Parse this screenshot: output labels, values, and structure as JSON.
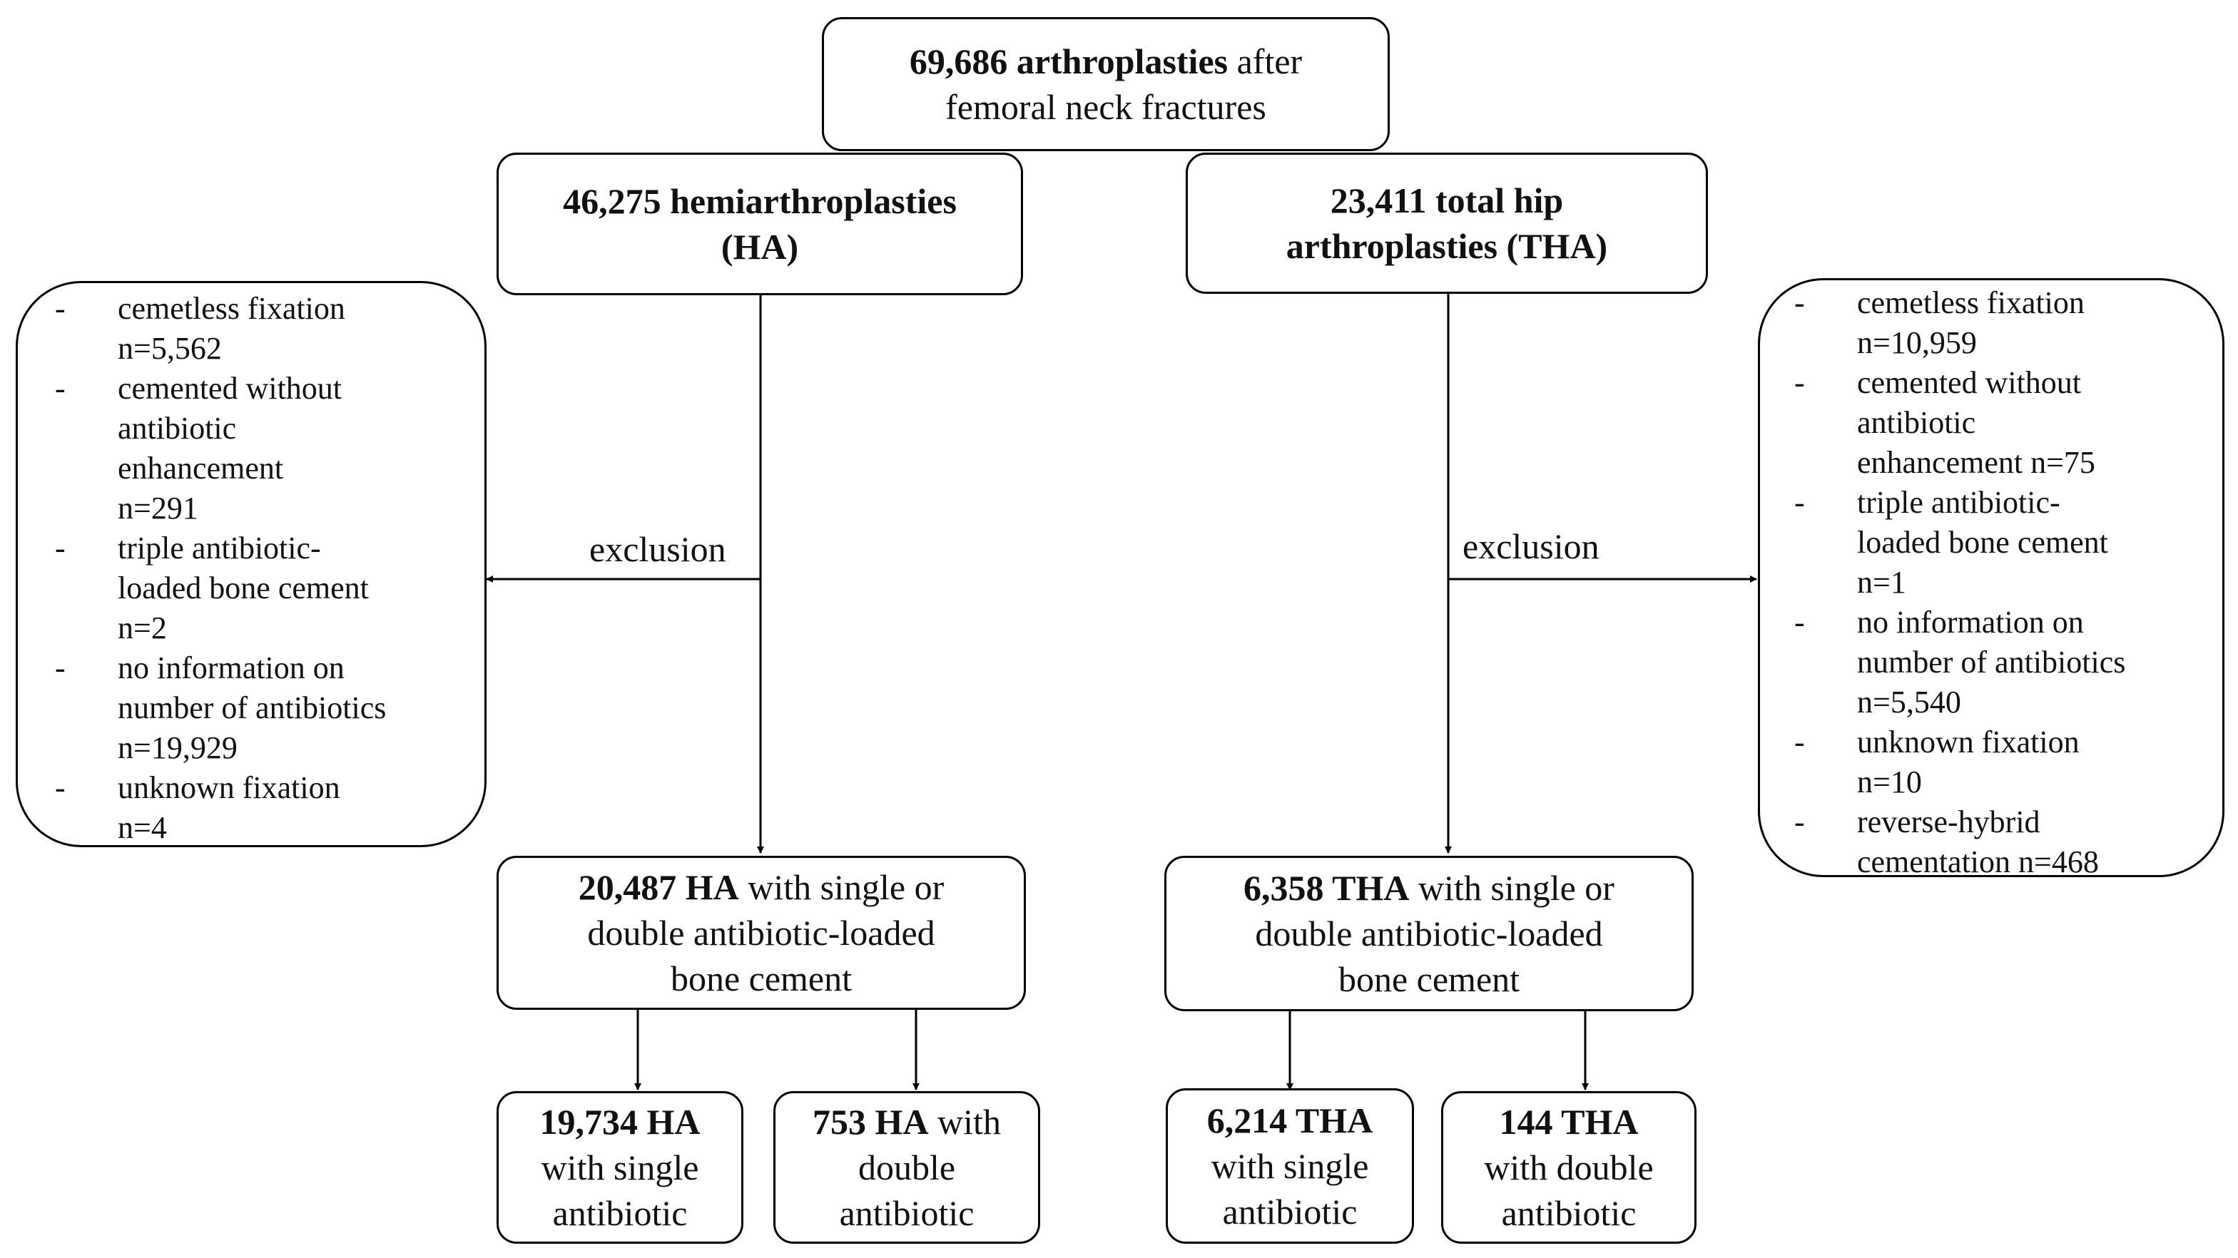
{
  "top": {
    "count": "69,686 arthroplasties",
    "rest": "after",
    "line2": "femoral neck fractures"
  },
  "ha": {
    "line1": "46,275 hemiarthroplasties",
    "line2": "(HA)"
  },
  "tha": {
    "line1": "23,411 total hip",
    "line2": "arthroplasties (THA)"
  },
  "exclusion_label": "exclusion",
  "ha_exclusions": [
    {
      "lines": [
        "cemetless fixation",
        "n=5,562"
      ]
    },
    {
      "lines": [
        "cemented without",
        "antibiotic",
        "enhancement",
        "n=291"
      ]
    },
    {
      "lines": [
        "triple antibiotic-",
        "loaded bone cement",
        "n=2"
      ]
    },
    {
      "lines": [
        "no information on",
        "number of antibiotics",
        "n=19,929"
      ]
    },
    {
      "lines": [
        "unknown fixation",
        "n=4"
      ]
    }
  ],
  "tha_exclusions": [
    {
      "lines": [
        "cemetless fixation",
        "n=10,959"
      ]
    },
    {
      "lines": [
        "cemented without",
        "antibiotic",
        "enhancement  n=75"
      ]
    },
    {
      "lines": [
        "triple antibiotic-",
        "loaded bone cement",
        "n=1"
      ]
    },
    {
      "lines": [
        "no information on",
        "number of antibiotics",
        "n=5,540"
      ]
    },
    {
      "lines": [
        "unknown fixation",
        "n=10"
      ]
    },
    {
      "lines": [
        "reverse-hybrid",
        "cementation n=468"
      ]
    }
  ],
  "ha_included": {
    "count": "20,487 HA",
    "rest": "with single or",
    "line2": "double antibiotic-loaded",
    "line3": "bone cement"
  },
  "tha_included": {
    "count": "6,358 THA",
    "rest": "with single or",
    "line2": "double antibiotic-loaded",
    "line3": "bone cement"
  },
  "ha_single": {
    "count": "19,734 HA",
    "line2": "with single",
    "line3": "antibiotic"
  },
  "ha_double": {
    "count": "753 HA",
    "rest": "with",
    "line2": "double",
    "line3": "antibiotic"
  },
  "tha_single": {
    "count": "6,214 THA",
    "line2": "with single",
    "line3": "antibiotic"
  },
  "tha_double": {
    "count": "144 THA",
    "line2": "with double",
    "line3": "antibiotic"
  },
  "dash_glyph": "-"
}
